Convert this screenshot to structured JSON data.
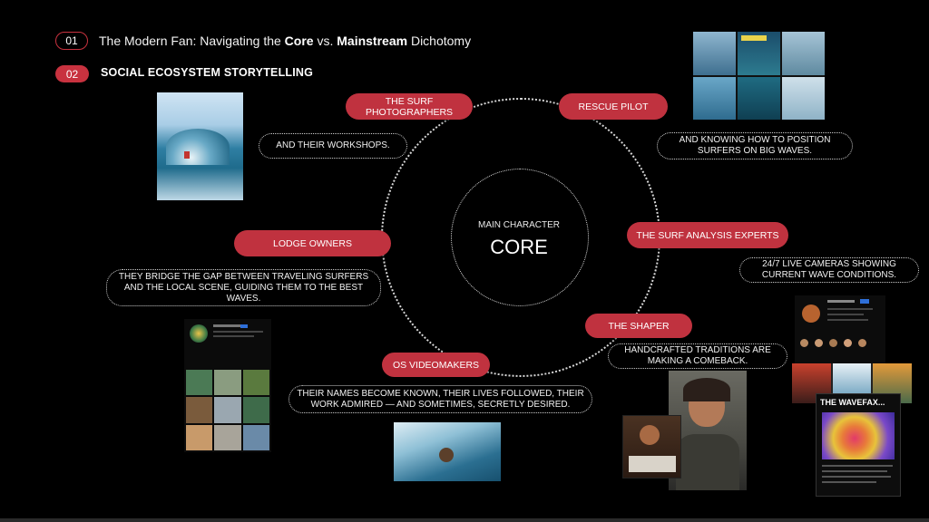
{
  "header": {
    "num1": "01",
    "title_pre": "The Modern Fan: Navigating the ",
    "title_b1": "Core",
    "title_mid": " vs. ",
    "title_b2": "Mainstream",
    "title_post": " Dichotomy",
    "num2": "02",
    "subtitle": "SOCIAL ECOSYSTEM STORYTELLING"
  },
  "center": {
    "label": "MAIN CHARACTER",
    "title": "CORE"
  },
  "roles": {
    "photographers": "THE SURF PHOTOGRAPHERS",
    "rescue": "RESCUE PILOT",
    "lodge": "LODGE OWNERS",
    "analysis": "THE SURF ANALYSIS EXPERTS",
    "shaper": "THE SHAPER",
    "videomakers": "OS VIDEOMAKERS"
  },
  "notes": {
    "photographers": "AND THEIR WORKSHOPS.",
    "rescue": "AND KNOWING HOW TO POSITION SURFERS ON BIG WAVES.",
    "lodge": "THEY BRIDGE THE GAP BETWEEN TRAVELING SURFERS AND THE LOCAL SCENE, GUIDING THEM TO THE BEST WAVES.",
    "analysis": "24/7 LIVE CAMERAS SHOWING CURRENT WAVE CONDITIONS.",
    "shaper": "HANDCRAFTED TRADITIONS ARE MAKING A COMEBACK.",
    "videomakers": "THEIR NAMES BECOME KNOWN, THEIR LIVES FOLLOWED, THEIR WORK ADMIRED — AND SOMETIMES, SECRETLY DESIRED."
  },
  "images": {
    "wavefax_title": "THE WAVEFAX..."
  },
  "colors": {
    "accent": "#c0323f",
    "background": "#000000"
  }
}
